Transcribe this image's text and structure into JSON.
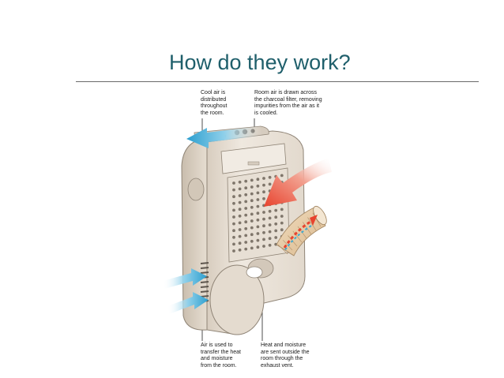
{
  "slide": {
    "title": "How do they work?"
  },
  "callouts": {
    "cool_air": "Cool air is\ndistributed\nthroughout\nthe room.",
    "room_air": "Room air is drawn across\nthe charcoal filter, removing\nimpurities from the air as it\nis cooled.",
    "air_transfer": "Air is used to\ntransfer the heat\nand moisture\nfrom the room.",
    "heat_moisture": "Heat and moisture\nare sent outside the\nroom through the\nexhaust vent."
  },
  "colors": {
    "title": "#1f5f6b",
    "unit_body": "#e9e1d7",
    "unit_shade": "#cfc4b5",
    "cool_arrow": "#36a9d4",
    "warm_arrow": "#e8432e",
    "hose": "#e6c9a2"
  }
}
